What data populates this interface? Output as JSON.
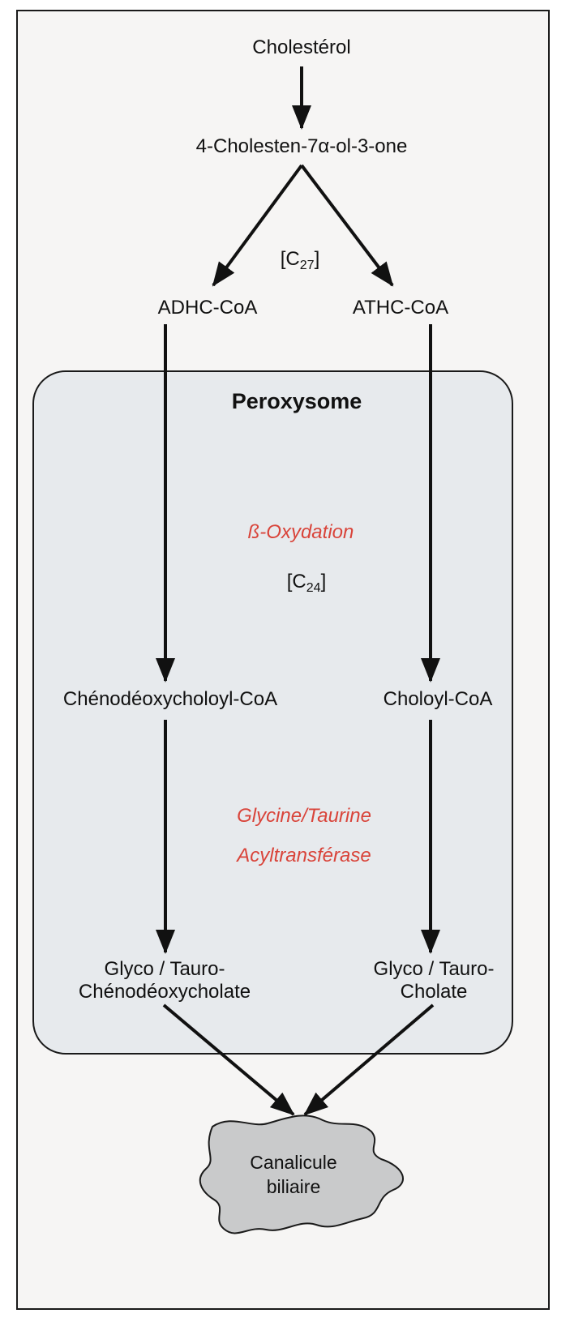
{
  "diagram": {
    "nodes": {
      "cholesterol": "Cholestérol",
      "cholestenone": "4-Cholesten-7α-ol-3-one",
      "c27_prefix": "[C",
      "c27_sub": "27",
      "c27_suffix": "]",
      "adhc_coa": "ADHC-CoA",
      "athc_coa": "ATHC-CoA",
      "peroxysome_title": "Peroxysome",
      "beta_oxidation": "ß-Oxydation",
      "c24_prefix": "[C",
      "c24_sub": "24",
      "c24_suffix": "]",
      "chenodeoxycholoyl_coa": "Chénodéoxycholoyl-CoA",
      "choloyl_coa": "Choloyl-CoA",
      "enzyme_line1": "Glycine/Taurine",
      "enzyme_line2": "Acyltransférase",
      "glyco_cheno_line1": "Glyco / Tauro-",
      "glyco_cheno_line2": "Chénodéoxycholate",
      "glyco_cholate_line1": "Glyco / Tauro-",
      "glyco_cholate_line2": "Cholate",
      "canalicule_line1": "Canalicule",
      "canalicule_line2": "biliaire"
    },
    "colors": {
      "enzyme_text": "#d9443a",
      "peroxysome_fill": "#e7eaed",
      "canalicule_fill": "#c9cacb",
      "arrow": "#111111"
    }
  }
}
